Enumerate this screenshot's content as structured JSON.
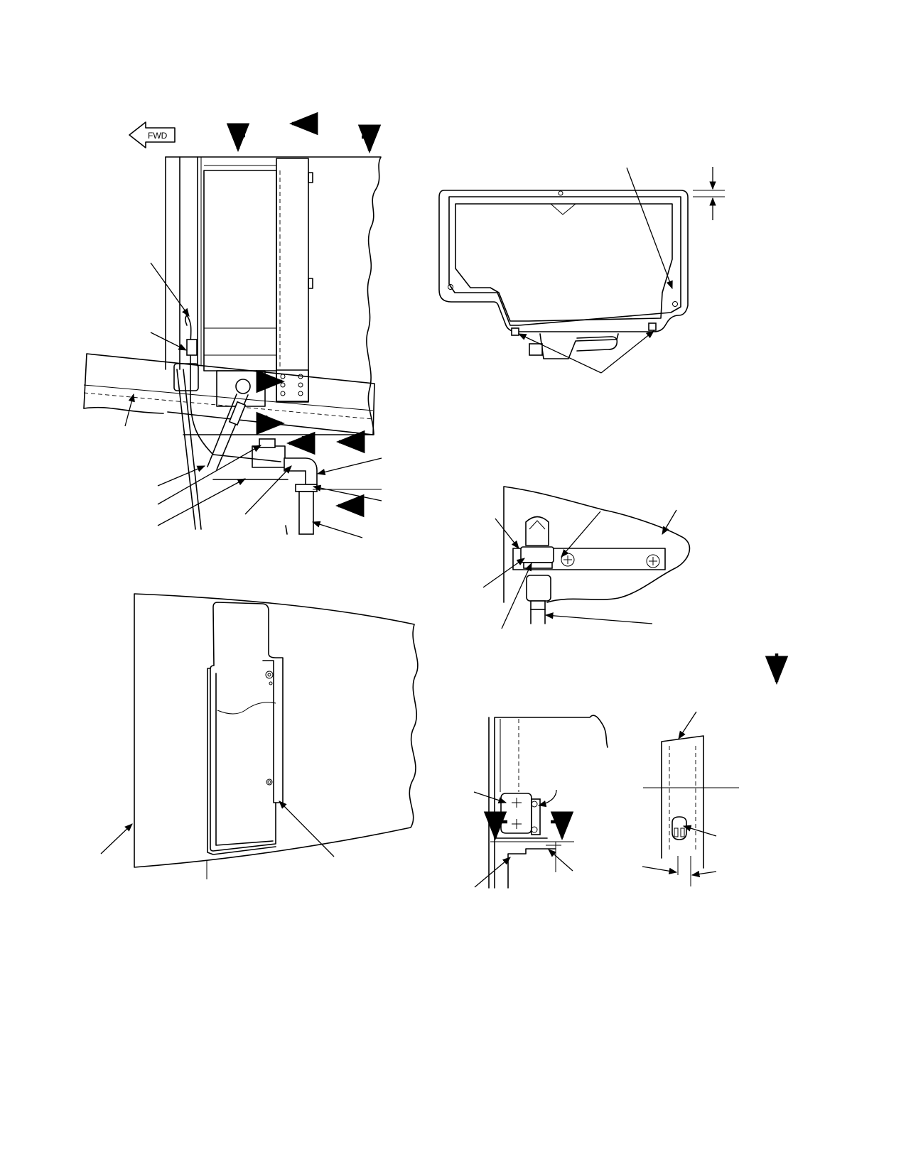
{
  "drawing": {
    "colors": {
      "ink": "#000000",
      "paper": "#ffffff"
    },
    "direction_marker": {
      "label": "FWD",
      "icon": "fwd-arrow-icon"
    },
    "views": [
      "main-assembly-view",
      "window-panel-view",
      "fitting-detail-view",
      "lower-panel-view",
      "hinge-section-view",
      "edge-section-view"
    ]
  }
}
